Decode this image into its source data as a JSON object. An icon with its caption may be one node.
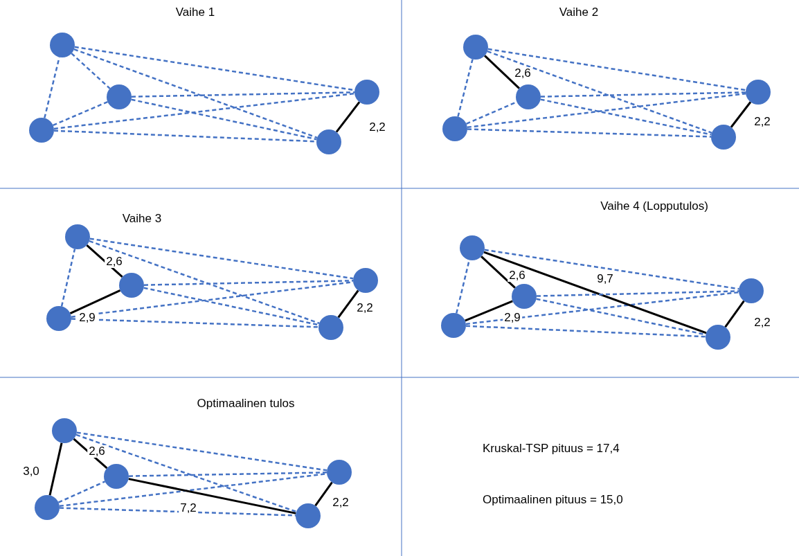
{
  "diagram": {
    "nodes": [
      {
        "text": [
          "Vaihe 1"
        ]
      },
      {
        "text": [],
        "shape": "circle",
        "in": 0
      },
      {
        "text": [],
        "shape": "circle",
        "in": 0
      },
      {
        "text": [],
        "shape": "circle",
        "in": 0
      },
      {
        "text": [],
        "shape": "circle",
        "in": 0
      },
      {
        "text": [],
        "shape": "circle",
        "in": 0
      },
      {
        "text": [
          "Vaihe 2"
        ]
      },
      {
        "text": [],
        "shape": "circle",
        "in": 6
      },
      {
        "text": [],
        "shape": "circle",
        "in": 6
      },
      {
        "text": [],
        "shape": "circle",
        "in": 6
      },
      {
        "text": [],
        "shape": "circle",
        "in": 6
      },
      {
        "text": [],
        "shape": "circle",
        "in": 6
      },
      {
        "text": [
          "Vaihe 3"
        ]
      },
      {
        "text": [],
        "shape": "circle",
        "in": 12
      },
      {
        "text": [],
        "shape": "circle",
        "in": 12
      },
      {
        "text": [],
        "shape": "circle",
        "in": 12
      },
      {
        "text": [],
        "shape": "circle",
        "in": 12
      },
      {
        "text": [],
        "shape": "circle",
        "in": 12
      },
      {
        "text": [
          "Vaihe 4 (Lopputulos)"
        ]
      },
      {
        "text": [],
        "shape": "circle",
        "in": 18
      },
      {
        "text": [],
        "shape": "circle",
        "in": 18
      },
      {
        "text": [],
        "shape": "circle",
        "in": 18
      },
      {
        "text": [],
        "shape": "circle",
        "in": 18
      },
      {
        "text": [],
        "shape": "circle",
        "in": 18
      },
      {
        "text": [
          "Optimaalinen tulos"
        ]
      },
      {
        "text": [],
        "shape": "circle",
        "in": 24
      },
      {
        "text": [],
        "shape": "circle",
        "in": 24
      },
      {
        "text": [],
        "shape": "circle",
        "in": 24
      },
      {
        "text": [],
        "shape": "circle",
        "in": 24
      },
      {
        "text": [],
        "shape": "circle",
        "in": 24
      }
    ],
    "edges": [
      {
        "from": 1,
        "to": 2,
        "arrow": "none",
        "style": "dashed",
        "color": "#4472c4"
      },
      {
        "from": 1,
        "to": 3,
        "arrow": "none",
        "style": "dashed",
        "color": "#4472c4"
      },
      {
        "from": 1,
        "to": 4,
        "arrow": "none",
        "style": "dashed",
        "color": "#4472c4"
      },
      {
        "from": 1,
        "to": 5,
        "arrow": "none",
        "style": "dashed",
        "color": "#4472c4"
      },
      {
        "from": 2,
        "to": 3,
        "arrow": "none",
        "style": "dashed",
        "color": "#4472c4"
      },
      {
        "from": 2,
        "to": 4,
        "arrow": "none",
        "style": "dashed",
        "color": "#4472c4"
      },
      {
        "from": 2,
        "to": 5,
        "arrow": "none",
        "style": "dashed",
        "color": "#4472c4"
      },
      {
        "from": 3,
        "to": 4,
        "arrow": "none",
        "style": "dashed",
        "color": "#4472c4"
      },
      {
        "from": 3,
        "to": 5,
        "arrow": "none",
        "style": "dashed",
        "color": "#4472c4"
      },
      {
        "from": 4,
        "to": 5,
        "arrow": "none",
        "label": "2,2",
        "color": "#000000"
      },
      {
        "from": 7,
        "to": 8,
        "arrow": "none",
        "style": "dashed",
        "color": "#4472c4"
      },
      {
        "from": 7,
        "to": 9,
        "arrow": "none",
        "style": "dashed",
        "color": "#4472c4"
      },
      {
        "from": 7,
        "to": 10,
        "arrow": "none",
        "style": "dashed",
        "color": "#4472c4"
      },
      {
        "from": 7,
        "to": 11,
        "arrow": "none",
        "style": "dashed",
        "color": "#4472c4"
      },
      {
        "from": 8,
        "to": 9,
        "arrow": "none",
        "label": "2,6",
        "color": "#000000"
      },
      {
        "from": 8,
        "to": 10,
        "arrow": "none",
        "style": "dashed",
        "color": "#4472c4"
      },
      {
        "from": 8,
        "to": 11,
        "arrow": "none",
        "style": "dashed",
        "color": "#4472c4"
      },
      {
        "from": 9,
        "to": 10,
        "arrow": "none",
        "style": "dashed",
        "color": "#4472c4"
      },
      {
        "from": 9,
        "to": 11,
        "arrow": "none",
        "style": "dashed",
        "color": "#4472c4"
      },
      {
        "from": 10,
        "to": 11,
        "arrow": "none",
        "label": "2,2",
        "color": "#000000"
      },
      {
        "from": 13,
        "to": 14,
        "arrow": "none",
        "style": "dashed",
        "color": "#4472c4"
      },
      {
        "from": 13,
        "to": 15,
        "arrow": "none",
        "label": "2,9",
        "color": "#000000"
      },
      {
        "from": 13,
        "to": 16,
        "arrow": "none",
        "style": "dashed",
        "color": "#4472c4"
      },
      {
        "from": 13,
        "to": 17,
        "arrow": "none",
        "style": "dashed",
        "color": "#4472c4"
      },
      {
        "from": 14,
        "to": 15,
        "arrow": "none",
        "label": "2,6",
        "color": "#000000"
      },
      {
        "from": 14,
        "to": 16,
        "arrow": "none",
        "style": "dashed",
        "color": "#4472c4"
      },
      {
        "from": 14,
        "to": 17,
        "arrow": "none",
        "style": "dashed",
        "color": "#4472c4"
      },
      {
        "from": 15,
        "to": 16,
        "arrow": "none",
        "style": "dashed",
        "color": "#4472c4"
      },
      {
        "from": 15,
        "to": 17,
        "arrow": "none",
        "style": "dashed",
        "color": "#4472c4"
      },
      {
        "from": 16,
        "to": 17,
        "arrow": "none",
        "label": "2,2",
        "color": "#000000"
      },
      {
        "from": 19,
        "to": 20,
        "arrow": "none",
        "style": "dashed",
        "color": "#4472c4"
      },
      {
        "from": 19,
        "to": 21,
        "arrow": "none",
        "label": "2,9",
        "color": "#000000"
      },
      {
        "from": 19,
        "to": 22,
        "arrow": "none",
        "style": "dashed",
        "color": "#4472c4"
      },
      {
        "from": 19,
        "to": 23,
        "arrow": "none",
        "style": "dashed",
        "color": "#4472c4"
      },
      {
        "from": 20,
        "to": 21,
        "arrow": "none",
        "label": "2,6",
        "color": "#000000"
      },
      {
        "from": 20,
        "to": 22,
        "arrow": "none",
        "label": "9,7",
        "color": "#000000"
      },
      {
        "from": 20,
        "to": 23,
        "arrow": "none",
        "style": "dashed",
        "color": "#4472c4"
      },
      {
        "from": 21,
        "to": 22,
        "arrow": "none",
        "style": "dashed",
        "color": "#4472c4"
      },
      {
        "from": 21,
        "to": 23,
        "arrow": "none",
        "style": "dashed",
        "color": "#4472c4"
      },
      {
        "from": 22,
        "to": 23,
        "arrow": "none",
        "label": "2,2",
        "color": "#000000"
      },
      {
        "from": 25,
        "to": 26,
        "arrow": "none",
        "label": "3,0",
        "color": "#000000"
      },
      {
        "from": 25,
        "to": 27,
        "arrow": "none",
        "style": "dashed",
        "color": "#4472c4"
      },
      {
        "from": 25,
        "to": 28,
        "arrow": "none",
        "style": "dashed",
        "color": "#4472c4"
      },
      {
        "from": 25,
        "to": 29,
        "arrow": "none",
        "style": "dashed",
        "color": "#4472c4"
      },
      {
        "from": 26,
        "to": 27,
        "arrow": "none",
        "label": "2,6",
        "color": "#000000"
      },
      {
        "from": 26,
        "to": 28,
        "arrow": "none",
        "style": "dashed",
        "color": "#4472c4"
      },
      {
        "from": 26,
        "to": 29,
        "arrow": "none",
        "style": "dashed",
        "color": "#4472c4"
      },
      {
        "from": 27,
        "to": 28,
        "arrow": "none",
        "label": "7,2",
        "color": "#000000"
      },
      {
        "from": 27,
        "to": 29,
        "arrow": "none",
        "style": "dashed",
        "color": "#4472c4"
      },
      {
        "from": 28,
        "to": 29,
        "arrow": "none",
        "label": "2,2",
        "color": "#000000"
      }
    ],
    "labels": [
      "Kruskal-TSP pituus = 17,4",
      "Optimaalinen pituus = 15,0"
    ]
  }
}
